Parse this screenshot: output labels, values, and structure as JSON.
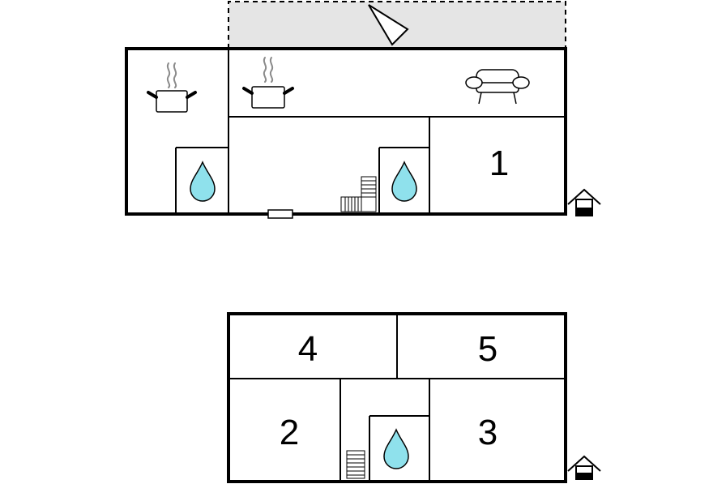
{
  "ground_floor": {
    "terrace_color": "#e5e5e5",
    "rooms": [
      {
        "name": "kitchen-left",
        "icon": "cooking-pot-icon"
      },
      {
        "name": "living",
        "icons": [
          "cooking-pot-icon",
          "sofa-icon"
        ]
      },
      {
        "name": "bathroom-left",
        "icon": "water-drop-icon"
      },
      {
        "name": "hall",
        "icon": "stairs-icon"
      },
      {
        "name": "bathroom-center",
        "icon": "water-drop-icon"
      },
      {
        "name": "bedroom-1",
        "label": "1"
      }
    ],
    "entrance_icon": "house-entrance-icon"
  },
  "upper_floor": {
    "rooms": [
      {
        "name": "bedroom-4",
        "label": "4"
      },
      {
        "name": "bedroom-5",
        "label": "5"
      },
      {
        "name": "bedroom-2",
        "label": "2"
      },
      {
        "name": "stair-hall",
        "icon": "stairs-icon"
      },
      {
        "name": "bathroom-upper",
        "icon": "water-drop-icon"
      },
      {
        "name": "bedroom-3",
        "label": "3"
      }
    ],
    "entrance_icon": "house-entrance-icon"
  },
  "colors": {
    "water": "#8fe1ec",
    "terrace": "#e5e5e5",
    "steam": "#8a8a8a"
  }
}
